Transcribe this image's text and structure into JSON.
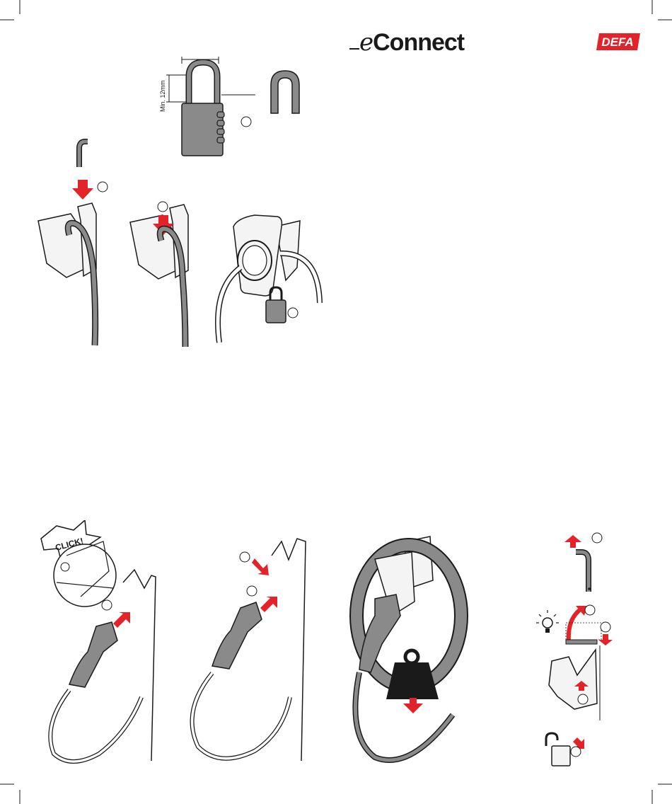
{
  "header": {
    "brand_prefix": "e",
    "brand_name": "Connect",
    "logo_text": "DEFA",
    "brand_color": "#e2232a"
  },
  "padlock_spec": {
    "dimension_label": "Min. 12mm"
  },
  "callouts": {
    "click_label": "CLICK!"
  },
  "colors": {
    "accent_red": "#e2232a",
    "line_dark": "#1a1a1a",
    "part_grey": "#8a8a8a",
    "part_light": "#f4f4f4"
  }
}
